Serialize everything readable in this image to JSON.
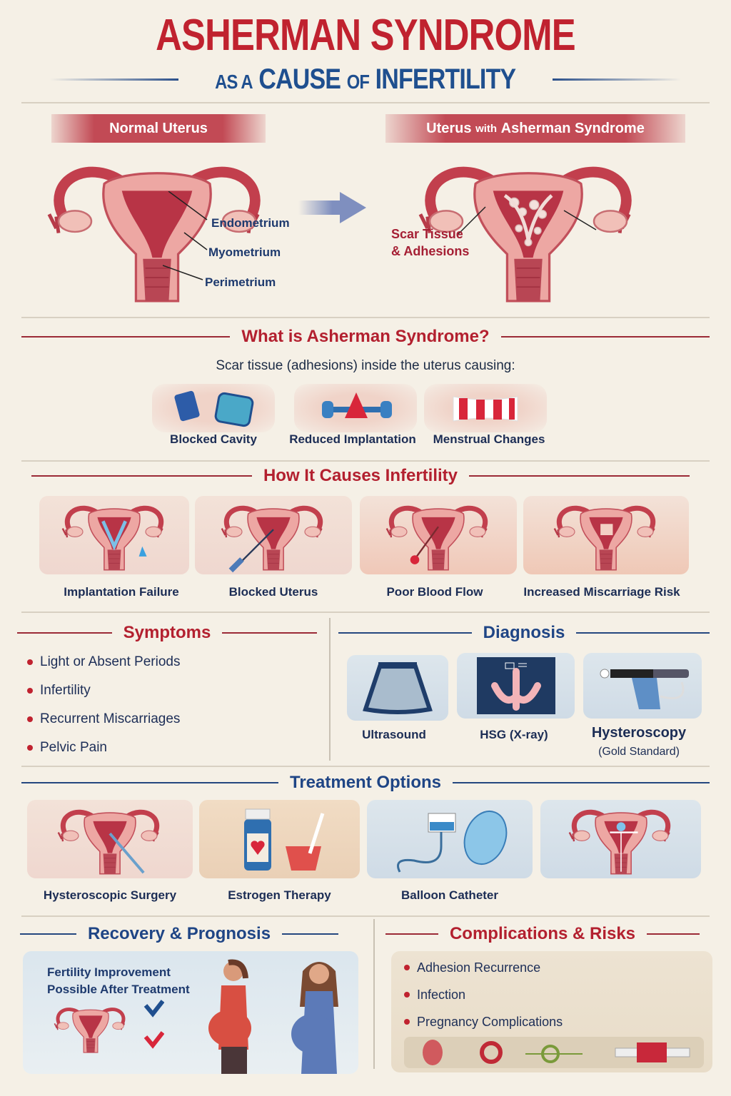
{
  "header": {
    "title": "ASHERMAN SYNDROME",
    "subtitle_parts": [
      "AS A",
      "CAUSE",
      "OF",
      "INFERTILITY"
    ]
  },
  "comparison": {
    "normal": {
      "banner": "Normal Uterus",
      "labels": [
        "Endometrium",
        "Myometrium",
        "Perimetrium"
      ]
    },
    "arrow_icon": "right-arrow",
    "asherman": {
      "banner_parts": [
        "Uterus",
        "with",
        "Asherman Syndrome"
      ],
      "labels": [
        "Scar Tissue",
        "& Adhesions"
      ]
    }
  },
  "what_is": {
    "heading": "What is Asherman Syndrome?",
    "intro": "Scar tissue (adhesions) inside the uterus causing:",
    "items": [
      {
        "label": "Blocked Cavity",
        "icon": "blocked-cavity-icon"
      },
      {
        "label": "Reduced Implantation",
        "icon": "reduced-implantation-icon"
      },
      {
        "label": "Menstrual Changes",
        "icon": "menstrual-changes-icon"
      }
    ]
  },
  "causes": {
    "heading": "How It Causes Infertility",
    "items": [
      {
        "label": "Implantation Failure"
      },
      {
        "label": "Blocked Uterus"
      },
      {
        "label": "Poor Blood Flow"
      },
      {
        "label": "Increased Miscarriage Risk"
      }
    ]
  },
  "symptoms": {
    "heading": "Symptoms",
    "items": [
      "Light or Absent Periods",
      "Infertility",
      "Recurrent Miscarriages",
      "Pelvic Pain"
    ]
  },
  "diagnosis": {
    "heading": "Diagnosis",
    "items": [
      {
        "label": "Ultrasound",
        "sub": ""
      },
      {
        "label": "HSG (X-ray)",
        "sub": ""
      },
      {
        "label": "Hysteroscopy",
        "sub": "(Gold Standard)"
      }
    ]
  },
  "treatment": {
    "heading": "Treatment Options",
    "items": [
      {
        "label": "Hysteroscopic Surgery"
      },
      {
        "label": "Estrogen Therapy"
      },
      {
        "label": "Balloon Catheter"
      },
      {
        "label": ""
      }
    ]
  },
  "recovery": {
    "heading": "Recovery & Prognosis",
    "text_line1": "Fertility Improvement",
    "text_line2": "Possible After Treatment"
  },
  "complications": {
    "heading": "Complications & Risks",
    "items": [
      "Adhesion Recurrence",
      "Infection",
      "Pregnancy Complications"
    ]
  },
  "colors": {
    "background": "#f5f0e6",
    "primary_red": "#c0222f",
    "primary_blue": "#1f4f8f",
    "text_navy": "#1e2d55",
    "uterus_pink": "#e79a96",
    "uterus_dark": "#b73a48"
  }
}
